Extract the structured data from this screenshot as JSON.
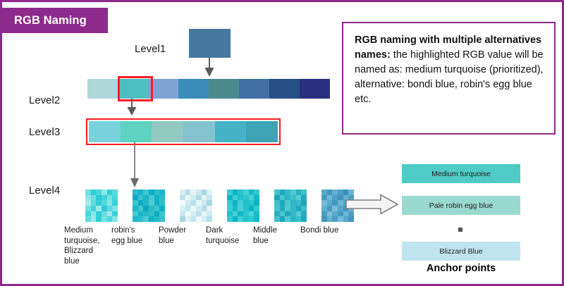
{
  "slide": {
    "title": "RGB Naming",
    "title_bg": "#8e2a8b",
    "border_color": "#8e2a8b"
  },
  "levels": {
    "level1_label": "Level1",
    "level2_label": "Level2",
    "level3_label": "Level3",
    "level4_label": "Level4"
  },
  "level1": {
    "color": "#45779f"
  },
  "level2": {
    "colors": [
      "#aed7da",
      "#4cc0c0",
      "#7fa4d4",
      "#3c8cba",
      "#4b8a8c",
      "#4370a4",
      "#254f85",
      "#2b2f80"
    ],
    "highlight_index": 1,
    "highlight_color": "#ff1d25"
  },
  "level3": {
    "colors": [
      "#79d2da",
      "#5fd3c2",
      "#92c9bf",
      "#84c2cd",
      "#44b3c6",
      "#3ea3b4"
    ],
    "border_color": "#ff1d25"
  },
  "level4": {
    "patches": [
      {
        "name": "patch-medium-turquoise",
        "base": "#3fd0d8",
        "cells": [
          "#6fe0e2",
          "#2fcdd6",
          "#49d6dc",
          "#8ce6e8",
          "#33cfd8",
          "#55dadd",
          "#8ee4e6",
          "#6fdde0",
          "#2bccd6",
          "#3ed2da",
          "#7ae2e4",
          "#4ad6dd",
          "#a5eaec",
          "#62dcdf",
          "#2fcdd6",
          "#51d8de",
          "#86e4e6",
          "#39d1d9",
          "#74e0e3",
          "#43d4db",
          "#9ce8ea",
          "#2dccd6",
          "#5cdade",
          "#80e2e5",
          "#47d5dc",
          "#8ae5e7",
          "#35cfd8",
          "#6ddde0",
          "#a0e9eb",
          "#3bd2da",
          "#63dcdf",
          "#96e7e9",
          "#2ecdd7",
          "#78e1e4",
          "#4fd7dd",
          "#88e4e7"
        ]
      },
      {
        "name": "patch-robins-egg-blue",
        "base": "#17b8cd",
        "cells": [
          "#2fb9c4",
          "#16b3c9",
          "#3fc6ce",
          "#0fadc6",
          "#2dbdc8",
          "#19b6cb",
          "#0eaac4",
          "#35c1ca",
          "#1ab4c7",
          "#44c9d0",
          "#12b0c5",
          "#28bcc8",
          "#3ac4cd",
          "#0fabc3",
          "#21b8c9",
          "#4ccdd2",
          "#15b2c7",
          "#30bfcb",
          "#1db5c8",
          "#41c7cf",
          "#0cabc2",
          "#2bbbc7",
          "#38c3cc",
          "#12afc5",
          "#47cbd1",
          "#19b4c8",
          "#26bac9",
          "#33c0cb",
          "#0ea9c3",
          "#3dc5ce",
          "#1fb7c9",
          "#2ebdca",
          "#4ac9d0",
          "#14b1c6",
          "#23b9c8",
          "#36c2cc"
        ]
      },
      {
        "name": "patch-powder-blue",
        "base": "#c4e6ee",
        "cells": [
          "#d7eef3",
          "#b6dfe9",
          "#e4f4f7",
          "#c9e9f0",
          "#a9d8e5",
          "#dcf1f5",
          "#bfe3ec",
          "#eaf7f9",
          "#d0ecf2",
          "#b1dbe7",
          "#e0f2f6",
          "#c5e7ee",
          "#f0f9fa",
          "#d4edf3",
          "#bbe1ea",
          "#e6f5f8",
          "#cbe9f0",
          "#a6d6e3",
          "#d9f0f4",
          "#c1e5ed",
          "#ecf8f9",
          "#d2ecf2",
          "#b4dde8",
          "#e2f3f6",
          "#c7e8ef",
          "#f2fafb",
          "#d6eef3",
          "#bde2eb",
          "#e8f6f8",
          "#cde9f1",
          "#a8d7e4",
          "#dbf1f5",
          "#c3e6ee",
          "#eef8fa",
          "#d3edf2",
          "#b8e0e9"
        ]
      },
      {
        "name": "patch-dark-turquoise",
        "base": "#1cc0cb",
        "cells": [
          "#3acbd0",
          "#0fb5c6",
          "#28c3cc",
          "#46d0d4",
          "#14b9c8",
          "#32c8ce",
          "#0db3c4",
          "#3ecdd2",
          "#1dbfcb",
          "#2ac4cd",
          "#4ad1d5",
          "#11b7c7",
          "#36cad0",
          "#0fb4c5",
          "#42cfd3",
          "#20c1cb",
          "#2cc5ce",
          "#0cb2c3",
          "#3ccbd1",
          "#17bbc9",
          "#48d0d4",
          "#25c2cc",
          "#0eb4c5",
          "#34c9cf",
          "#1fc0cb",
          "#40ced2",
          "#12b8c8",
          "#2ec6ce",
          "#4bd2d6",
          "#19bcc9",
          "#38cbd1",
          "#0db3c4",
          "#44cfd3",
          "#22c2cc",
          "#30c7ce",
          "#15bac8"
        ]
      },
      {
        "name": "patch-middle-blue",
        "base": "#2bb2c4",
        "cells": [
          "#45c2cc",
          "#1fa9be",
          "#36bac6",
          "#52c9d1",
          "#27aec1",
          "#3dbfc9",
          "#1ba6bb",
          "#49c5ce",
          "#2eb4c5",
          "#3ab d c8",
          "#55cbd3",
          "#22abc0",
          "#41c1ca",
          "#1da8bd",
          "#4dc7cf",
          "#30b6c6",
          "#38bbc7",
          "#19a5ba",
          "#47c4cd",
          "#25acc0",
          "#51c9d1",
          "#33b8c7",
          "#1ea9be",
          "#3fc0c9",
          "#2ab1c4",
          "#4bc6ce",
          "#21aabf",
          "#35b9c6",
          "#57ccd4",
          "#24abc0",
          "#43c2cb",
          "#1ba6bb",
          "#4fc8d0",
          "#2db5c5",
          "#3bbec8",
          "#20a9be"
        ]
      },
      {
        "name": "patch-bondi-blue",
        "base": "#4a9ec4",
        "cells": [
          "#5aa9cb",
          "#3f96be",
          "#63aed0",
          "#4c9fc5",
          "#3892ba",
          "#6bb3d3",
          "#45 9ac1",
          "#72b7d6",
          "#529fc6",
          "#3c94bc",
          "#67b0d1",
          "#4e9ec4",
          "#78bad8",
          "#5aa8ca",
          "#4198bf",
          "#6cb4d3",
          "#4fa0c6",
          "#3a93bb",
          "#64aed0",
          "#479bc2",
          "#7dbdd9",
          "#55a5c8",
          "#3f96be",
          "#69b2d2",
          "#4b9dc4",
          "#80bfdb",
          "#5ba9cb",
          "#4399c0",
          "#6fb6d5",
          "#519fc5",
          "#3d95bd",
          "#66b0d1",
          "#4d9ec4",
          "#75b9d7",
          "#58a7c9",
          "#4297bf"
        ]
      }
    ],
    "labels": [
      "Medium turquoise, Blizzard blue",
      "robin's egg blue",
      "Powder blue",
      "Dark turquoise",
      "Middle blue",
      "Bondi blue"
    ]
  },
  "description": {
    "bold_part": "RGB naming with multiple alternatives names:",
    "rest": " the highlighted RGB value will be named as: medium turquoise (prioritized), alternative: bondi blue, robin's egg blue etc."
  },
  "anchors": {
    "caption": "Anchor points",
    "items": [
      {
        "label": "Medium turquoise",
        "color": "#4ecbc4"
      },
      {
        "label": "Pale robin egg blue",
        "color": "#9ad9cd"
      },
      {
        "label": "Blizzard Blue",
        "color": "#bfe4ef"
      }
    ],
    "separator": "dot"
  }
}
